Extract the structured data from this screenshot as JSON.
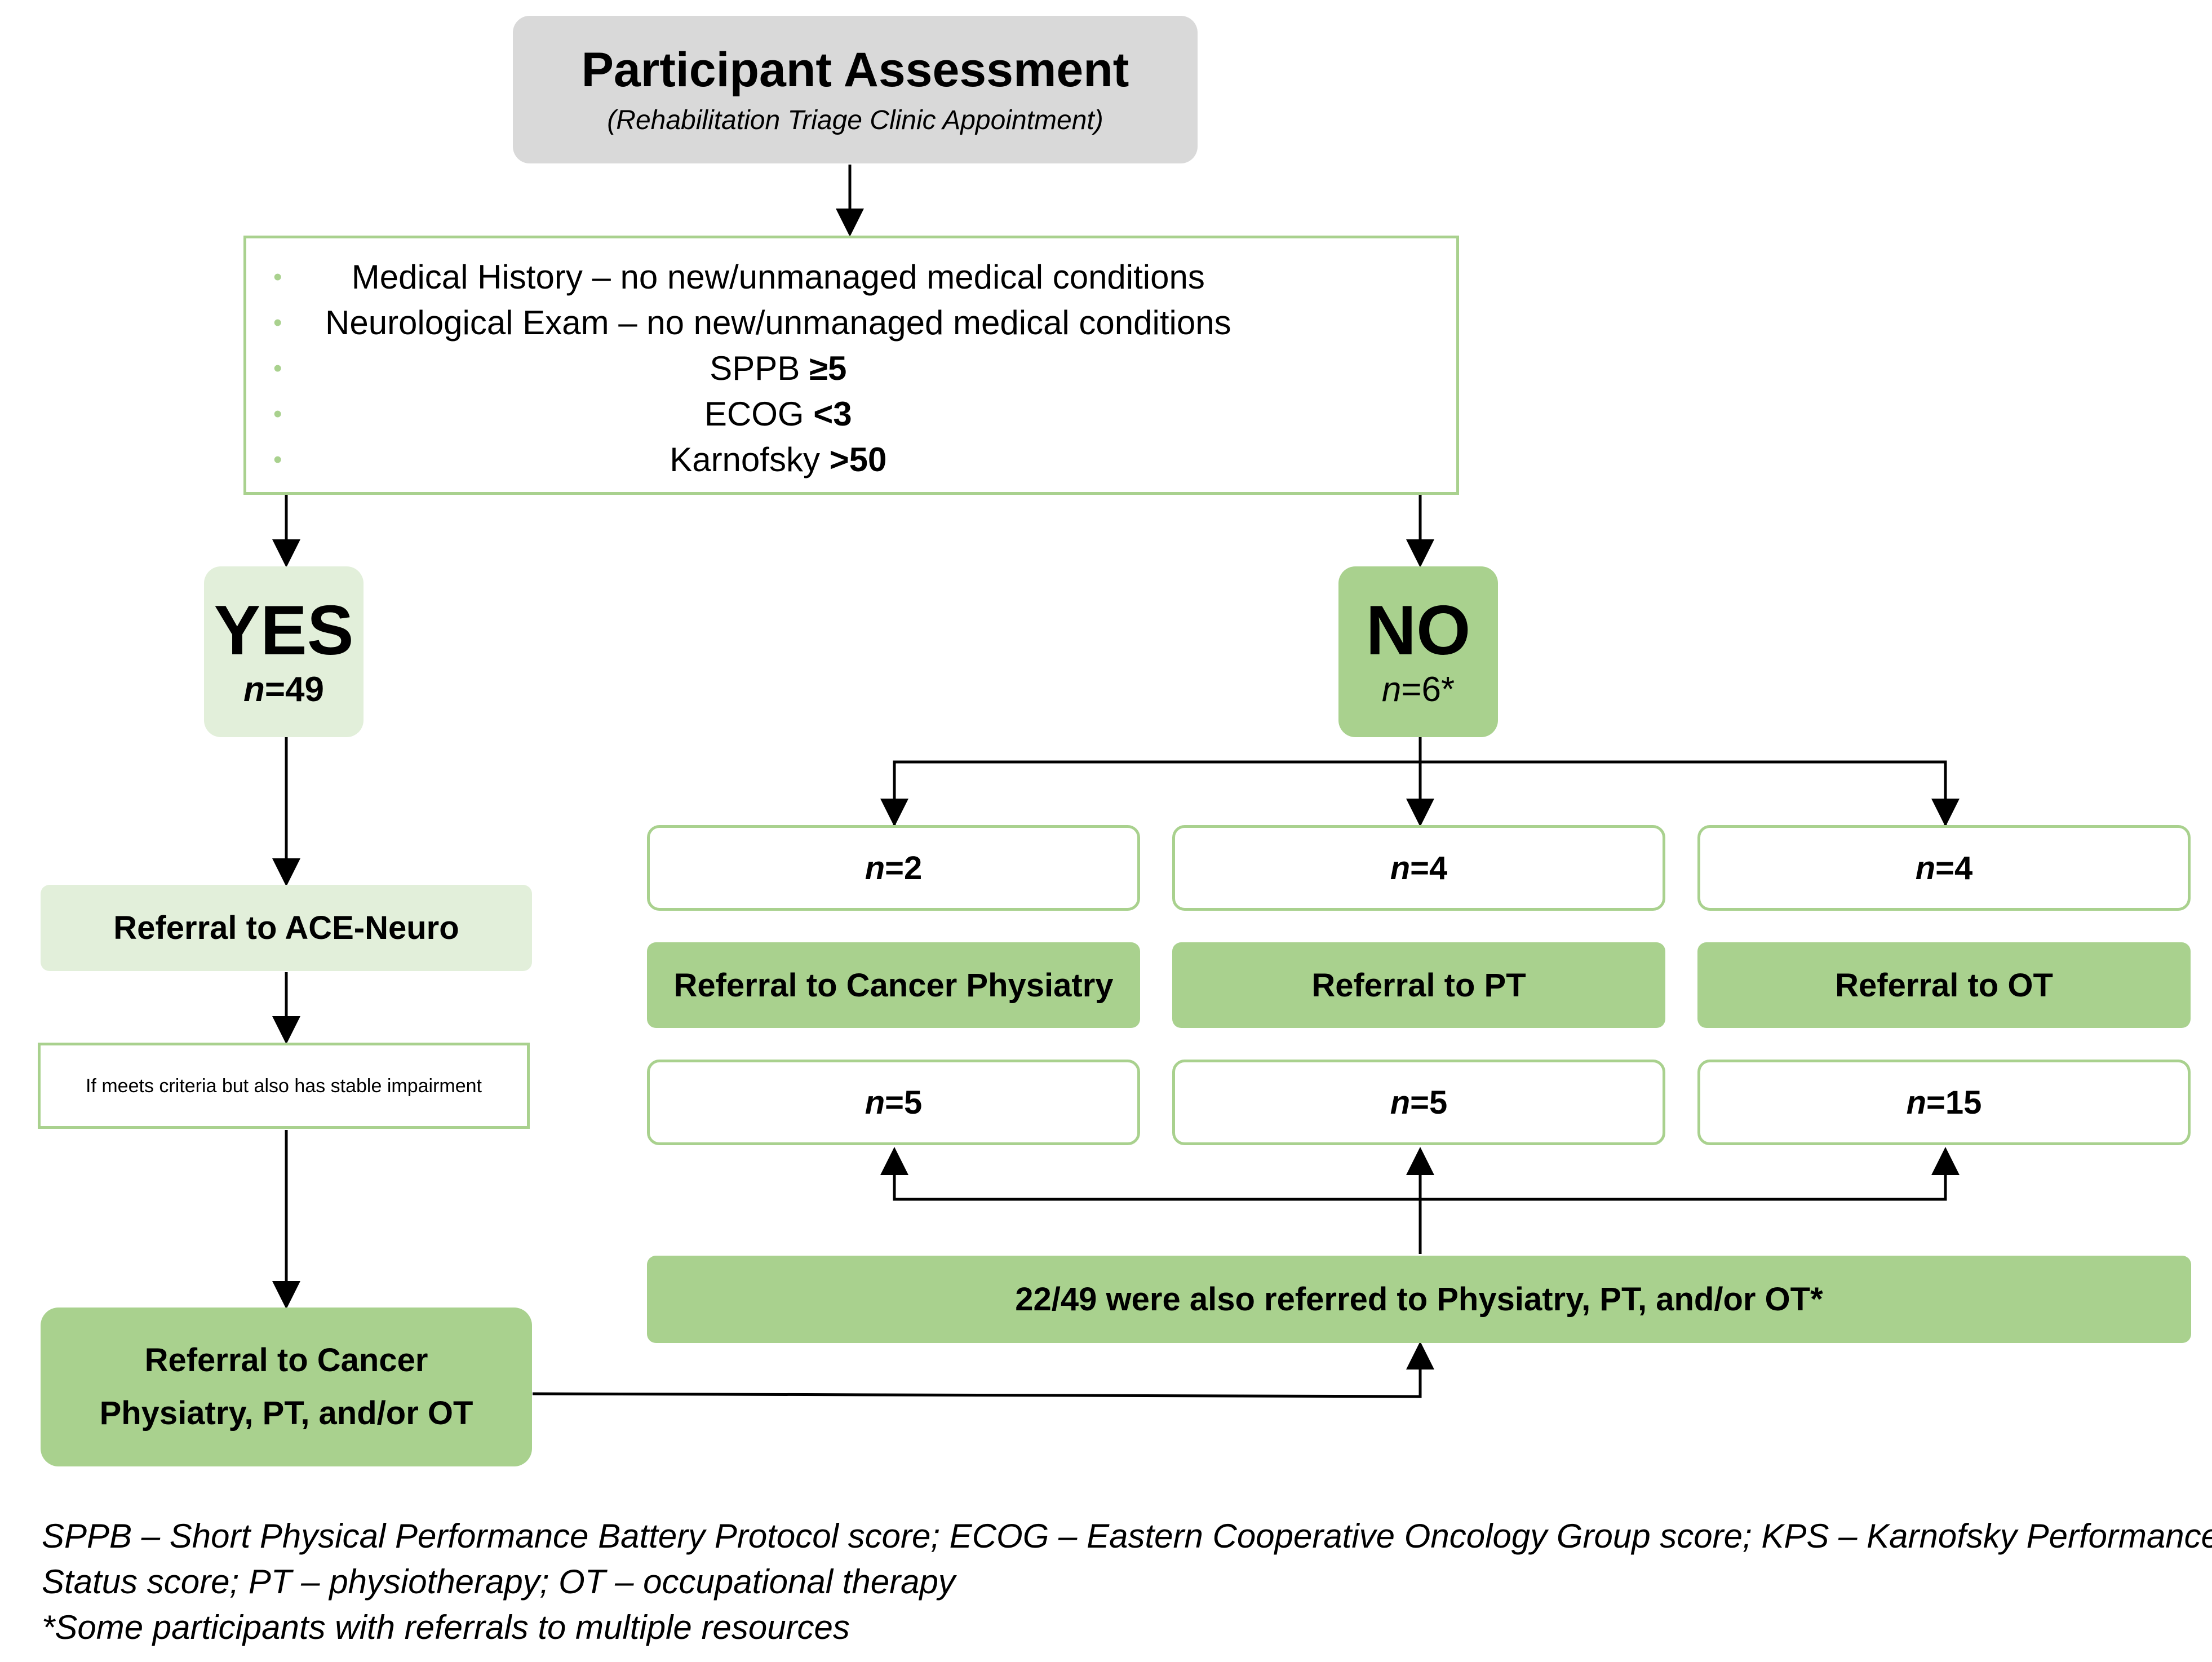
{
  "assessment": {
    "title": "Participant Assessment",
    "subtitle": "(Rehabilitation Triage Clinic Appointment)"
  },
  "criteria": [
    {
      "text": "Medical History – no new/unmanaged medical conditions",
      "value": ""
    },
    {
      "text": "Neurological Exam – no new/unmanaged medical conditions",
      "value": ""
    },
    {
      "text": "SPPB ",
      "value": "≥5"
    },
    {
      "text": "ECOG ",
      "value": "<3"
    },
    {
      "text": "Karnofsky ",
      "value": ">50"
    }
  ],
  "yes": {
    "label": "YES",
    "n_prefix": "n",
    "n_value": "=49"
  },
  "no": {
    "label": "NO",
    "n_prefix": "n",
    "n_value": "=6*"
  },
  "yes_path": {
    "referral_ace": "Referral to ACE-Neuro",
    "criteria_note": "If meets criteria but also has stable impairment",
    "referral_cancer_line1": "Referral to Cancer",
    "referral_cancer_line2": "Physiatry, PT, and/or OT"
  },
  "no_branches": [
    {
      "top_n_prefix": "n",
      "top_n_value": "=2",
      "label": "Referral to Cancer Physiatry",
      "bottom_n_prefix": "n",
      "bottom_n_value": "=5"
    },
    {
      "top_n_prefix": "n",
      "top_n_value": "=4",
      "label": "Referral to PT",
      "bottom_n_prefix": "n",
      "bottom_n_value": "=5"
    },
    {
      "top_n_prefix": "n",
      "top_n_value": "=4",
      "label": "Referral to OT",
      "bottom_n_prefix": "n",
      "bottom_n_value": "=15"
    }
  ],
  "also_referred": "22/49 were also referred to Physiatry, PT, and/or OT*",
  "footnote": {
    "line1": "SPPB – Short Physical Performance Battery Protocol score; ECOG – Eastern Cooperative Oncology Group score; KPS – Karnofsky Performance",
    "line2": "Status score; PT – physiotherapy; OT – occupational therapy",
    "line3": "*Some participants with referrals to multiple resources"
  },
  "colors": {
    "light_green": "#e2efda",
    "mid_green": "#a9d18e",
    "gray": "#d9d9d9",
    "arrow": "#000000"
  }
}
